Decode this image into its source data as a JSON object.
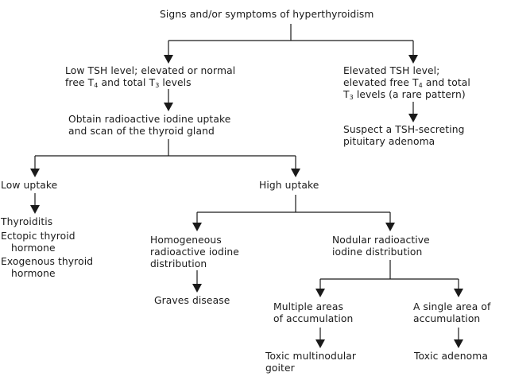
{
  "nodes": {
    "root": {
      "lines": [
        "Signs and/or symptoms of hyperthyroidism"
      ]
    },
    "low_tsh": {
      "lines": [
        [
          "Low TSH level; elevated or normal"
        ],
        [
          "free T",
          "4",
          " and total T",
          "3",
          " levels"
        ]
      ]
    },
    "elevated_tsh": {
      "lines": [
        [
          "Elevated TSH level;"
        ],
        [
          "elevated free T",
          "4",
          " and total"
        ],
        [
          "T",
          "3",
          " levels (a rare pattern)"
        ]
      ]
    },
    "radioactive_uptake": {
      "lines": [
        "Obtain radioactive iodine uptake",
        "and scan of the thyroid gland"
      ]
    },
    "tsh_adenoma": {
      "lines": [
        "Suspect a TSH-secreting",
        "pituitary adenoma"
      ]
    },
    "low_uptake": {
      "lines": [
        "Low uptake"
      ]
    },
    "high_uptake": {
      "lines": [
        "High uptake"
      ]
    },
    "low_uptake_causes": {
      "items": [
        [
          "Thyroiditis"
        ],
        [
          "Ectopic thyroid",
          "hormone"
        ],
        [
          "Exogenous thyroid",
          "hormone"
        ]
      ]
    },
    "homogeneous": {
      "lines": [
        "Homogeneous",
        "radioactive iodine",
        "distribution"
      ]
    },
    "nodular": {
      "lines": [
        "Nodular radioactive",
        "iodine distribution"
      ]
    },
    "graves": {
      "lines": [
        "Graves disease"
      ]
    },
    "multiple_areas": {
      "lines": [
        "Multiple areas",
        "of accumulation"
      ]
    },
    "single_area": {
      "lines": [
        "A single area of",
        "accumulation"
      ]
    },
    "multinodular": {
      "lines": [
        "Toxic multinodular",
        "goiter"
      ]
    },
    "adenoma": {
      "lines": [
        "Toxic adenoma"
      ]
    }
  }
}
